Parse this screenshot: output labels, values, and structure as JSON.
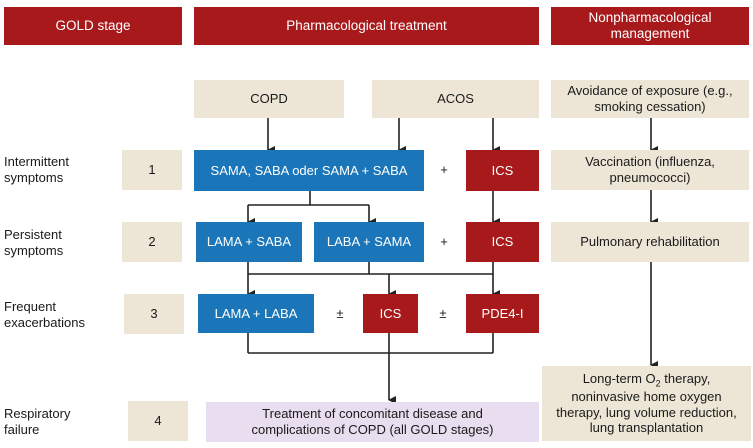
{
  "headers": {
    "gold_stage": "GOLD stage",
    "pharmacological": "Pharmacological treatment",
    "nonpharmacological": "Nonpharmacological management"
  },
  "sources": {
    "copd": "COPD",
    "acos": "ACOS"
  },
  "rows": [
    {
      "label": "Intermittent symptoms",
      "stage": "1"
    },
    {
      "label": "Persistent symptoms",
      "stage": "2"
    },
    {
      "label": "Frequent exacerbations",
      "stage": "3"
    },
    {
      "label": "Respiratory failure",
      "stage": "4"
    }
  ],
  "treatments": {
    "row1_blue": "SAMA, SABA oder SAMA + SABA",
    "row1_ics": "ICS",
    "row2_lama_saba": "LAMA + SABA",
    "row2_laba_sama": "LABA + SAMA",
    "row2_ics": "ICS",
    "row3_lama_laba": "LAMA + LABA",
    "row3_ics": "ICS",
    "row3_pde4": "PDE4-I",
    "row4": "Treatment of concomitant disease and complications of COPD (all GOLD stages)"
  },
  "symbols": {
    "plus": "+",
    "plus_minus": "±"
  },
  "nonpharm": {
    "avoidance": "Avoidance of exposure (e.g., smoking cessation)",
    "vaccination": "Vaccination (influenza, pneumococci)",
    "rehab": "Pulmonary rehabilitation",
    "longterm_pre": "Long-term O",
    "longterm_sub": "2",
    "longterm_post": " therapy, noninvasive home oxygen therapy, lung volume reduction, lung transplantation"
  },
  "colors": {
    "header_red": "#a8191c",
    "beige": "#ede6d6",
    "blue": "#1a76b8",
    "lavender": "#e9deef"
  }
}
